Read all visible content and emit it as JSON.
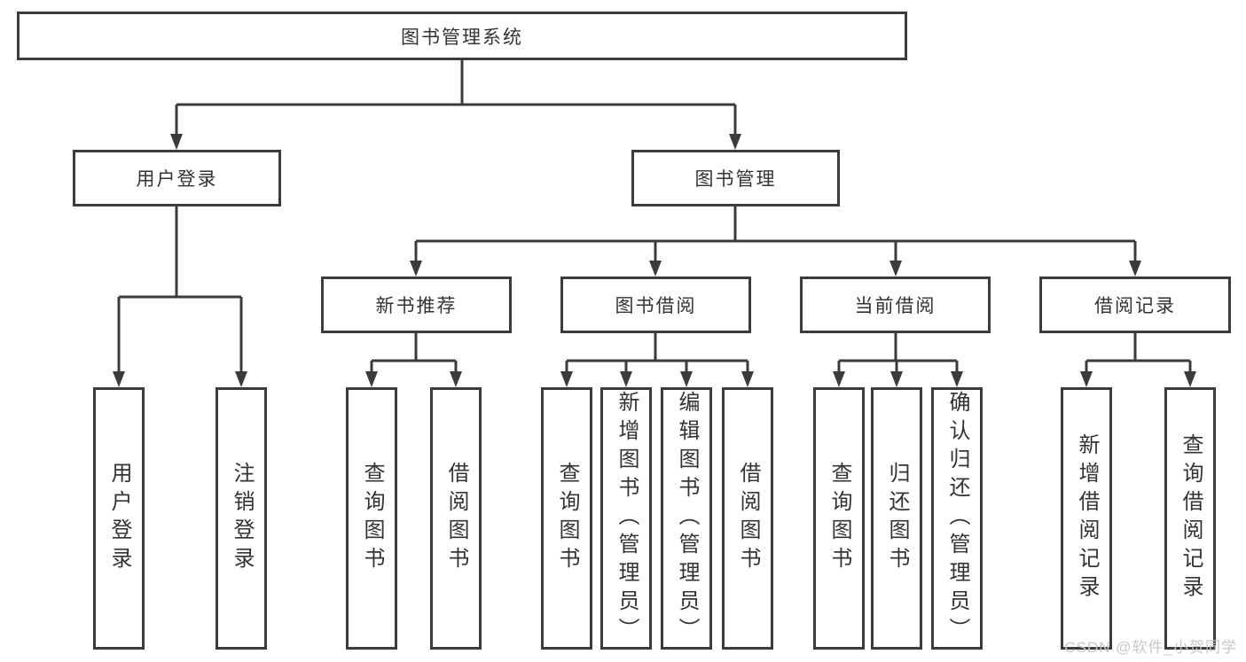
{
  "colors": {
    "line": "#3b3b3b",
    "box_border": "#3b3b3b",
    "text": "#333333",
    "watermark": "#c7c7c7",
    "background": "#ffffff"
  },
  "watermark": {
    "text": "CSDN @软件_小贺同学"
  },
  "tree": {
    "root": {
      "label": "图书管理系统",
      "children": [
        {
          "label": "用户登录",
          "children": [
            {
              "label": "用户登录"
            },
            {
              "label": "注销登录"
            }
          ]
        },
        {
          "label": "图书管理",
          "children": [
            {
              "label": "新书推荐",
              "children": [
                {
                  "label": "查询图书"
                },
                {
                  "label": "借阅图书"
                }
              ]
            },
            {
              "label": "图书借阅",
              "children": [
                {
                  "label": "查询图书"
                },
                {
                  "label": "新增图书（管理员）"
                },
                {
                  "label": "编辑图书（管理员）"
                },
                {
                  "label": "借阅图书"
                }
              ]
            },
            {
              "label": "当前借阅",
              "children": [
                {
                  "label": "查询图书"
                },
                {
                  "label": "归还图书"
                },
                {
                  "label": "确认归还（管理员）"
                }
              ]
            },
            {
              "label": "借阅记录",
              "children": [
                {
                  "label": "新增借阅记录"
                },
                {
                  "label": "查询借阅记录"
                }
              ]
            }
          ]
        }
      ]
    }
  }
}
